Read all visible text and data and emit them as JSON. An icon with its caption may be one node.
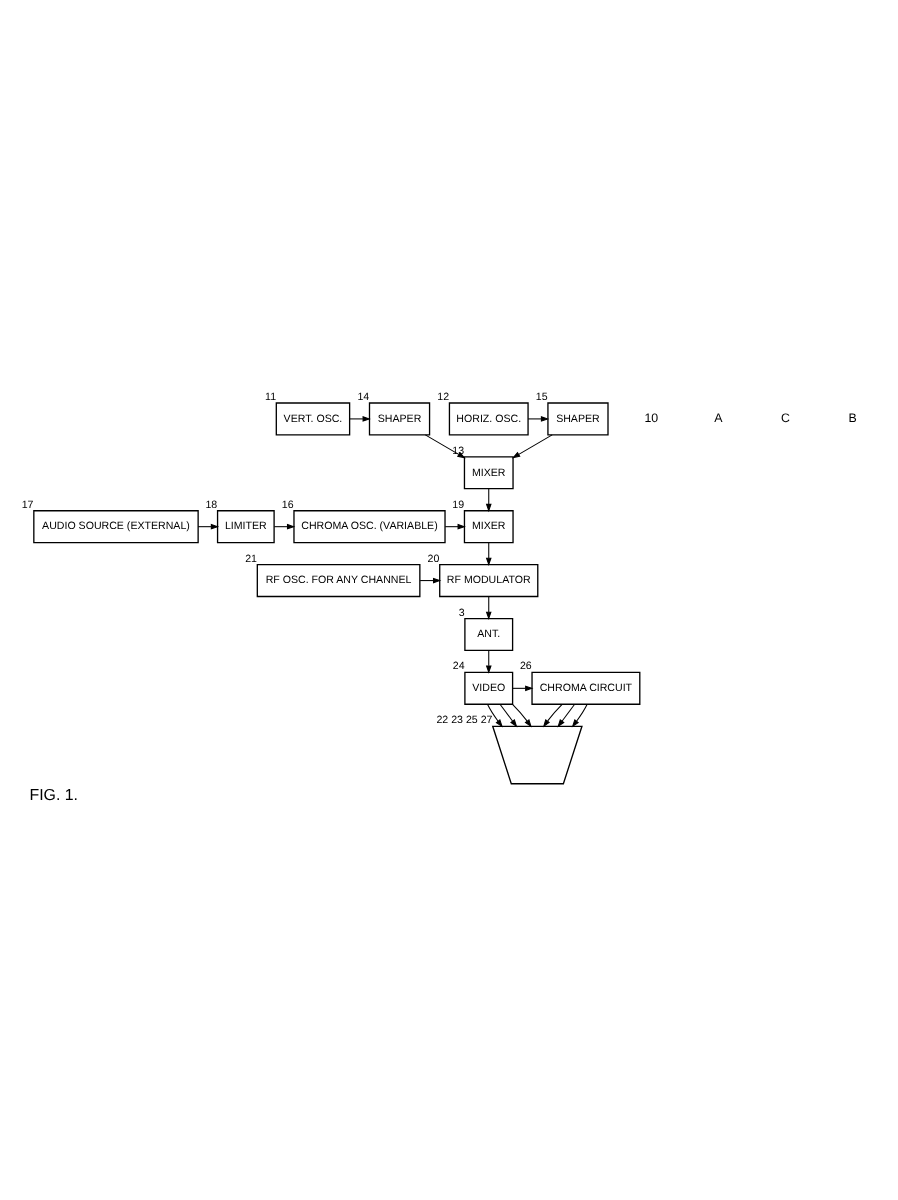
{
  "diagram": {
    "caption": "FIG. 1.",
    "nodes": [
      {
        "text": [
          "VERT. OSC."
        ],
        "beside": [
          "11"
        ]
      },
      {
        "text": [
          "SHAPER"
        ],
        "beside": [
          "14"
        ]
      },
      {
        "text": [
          "HORIZ. OSC."
        ],
        "beside": [
          "12"
        ]
      },
      {
        "text": [
          "SHAPER"
        ],
        "beside": [
          "15"
        ]
      },
      {
        "text": [
          "MIXER"
        ],
        "beside": [
          "13"
        ]
      },
      {
        "text": [
          "AUDIO SOURCE (EXTERNAL)"
        ],
        "beside": [
          "17"
        ]
      },
      {
        "text": [
          "LIMITER"
        ],
        "beside": [
          "18"
        ]
      },
      {
        "text": [
          "CHROMA OSC. (VARIABLE)"
        ],
        "beside": [
          "16"
        ]
      },
      {
        "text": [
          "MIXER"
        ],
        "beside": [
          "19"
        ]
      },
      {
        "text": [
          "RF OSC. FOR ANY CHANNEL"
        ],
        "beside": [
          "21"
        ]
      },
      {
        "text": [
          "RF MODULATOR"
        ],
        "beside": [
          "20"
        ]
      },
      {
        "text": [
          "ANT."
        ],
        "beside": [
          "3"
        ]
      },
      {
        "text": [
          "CHROMA CIRCUIT"
        ],
        "beside": [
          "26"
        ]
      },
      {
        "text": [
          "VIDEO"
        ],
        "beside": [
          "24"
        ]
      },
      {
        "text": [],
        "shape": "tube",
        "beside": [
          "22",
          "23",
          "25",
          "27"
        ]
      }
    ],
    "edges": [
      {
        "from": 0,
        "to": 1,
        "arrow": "to"
      },
      {
        "from": 2,
        "to": 3,
        "arrow": "to"
      },
      {
        "from": 1,
        "to": 4,
        "arrow": "to"
      },
      {
        "from": 3,
        "to": 4,
        "arrow": "to"
      },
      {
        "from": 5,
        "to": 6,
        "arrow": "to"
      },
      {
        "from": 6,
        "to": 7,
        "arrow": "to"
      },
      {
        "from": 7,
        "to": 8,
        "arrow": "to"
      },
      {
        "from": 4,
        "to": 8,
        "arrow": "to"
      },
      {
        "from": 8,
        "to": 10,
        "arrow": "to"
      },
      {
        "from": 9,
        "to": 10,
        "arrow": "to"
      },
      {
        "from": 10,
        "to": 11,
        "arrow": "to"
      },
      {
        "from": 11,
        "to": 13,
        "arrow": "to"
      },
      {
        "from": 13,
        "to": 12,
        "arrow": "to"
      },
      {
        "from": 13,
        "to": 14,
        "arrow": "to"
      },
      {
        "from": 13,
        "to": 14,
        "arrow": "to"
      },
      {
        "from": 13,
        "to": 14,
        "arrow": "to"
      },
      {
        "from": 12,
        "to": 14,
        "arrow": "to"
      },
      {
        "from": 12,
        "to": 14,
        "arrow": "to"
      },
      {
        "from": 12,
        "to": 14,
        "arrow": "to"
      }
    ],
    "labels": [
      "10",
      "A",
      "C",
      "B"
    ]
  }
}
